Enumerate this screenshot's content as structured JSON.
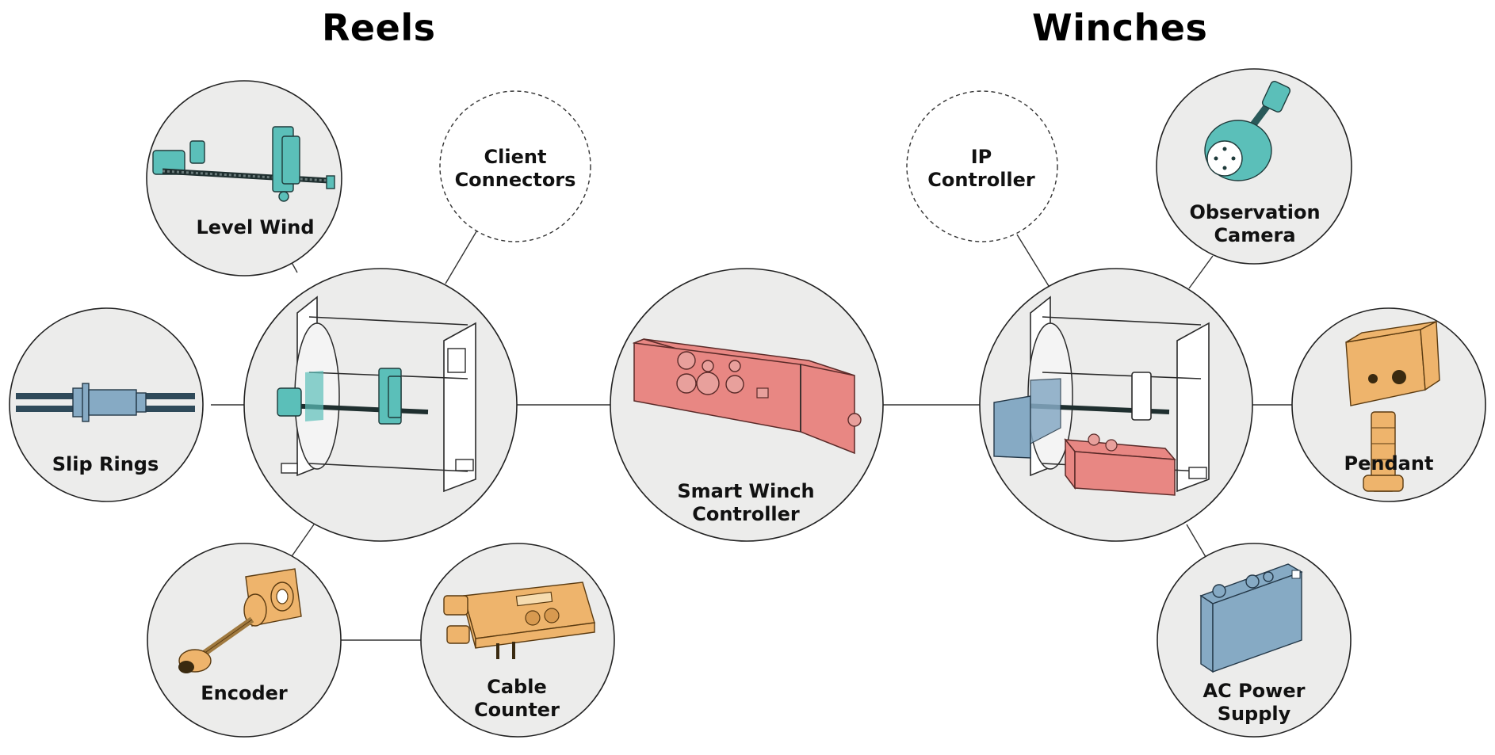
{
  "sections": {
    "reels_title": "Reels",
    "winches_title": "Winches"
  },
  "nodes": {
    "level_wind": "Level Wind",
    "client_connectors": [
      "Client",
      "Connectors"
    ],
    "slip_rings": "Slip Rings",
    "encoder": "Encoder",
    "cable_counter": [
      "Cable",
      "Counter"
    ],
    "smart_winch_controller": [
      "Smart Winch",
      "Controller"
    ],
    "ip_controller": [
      "IP",
      "Controller"
    ],
    "observation_camera": [
      "Observation",
      "Camera"
    ],
    "pendant": "Pendant",
    "ac_power_supply": [
      "AC Power",
      "Supply"
    ]
  },
  "colors": {
    "node_fill": "#ececeb",
    "teal": "#5bbfb9",
    "red": "#e88783",
    "orange": "#eeb46c",
    "blue": "#86aac4"
  }
}
